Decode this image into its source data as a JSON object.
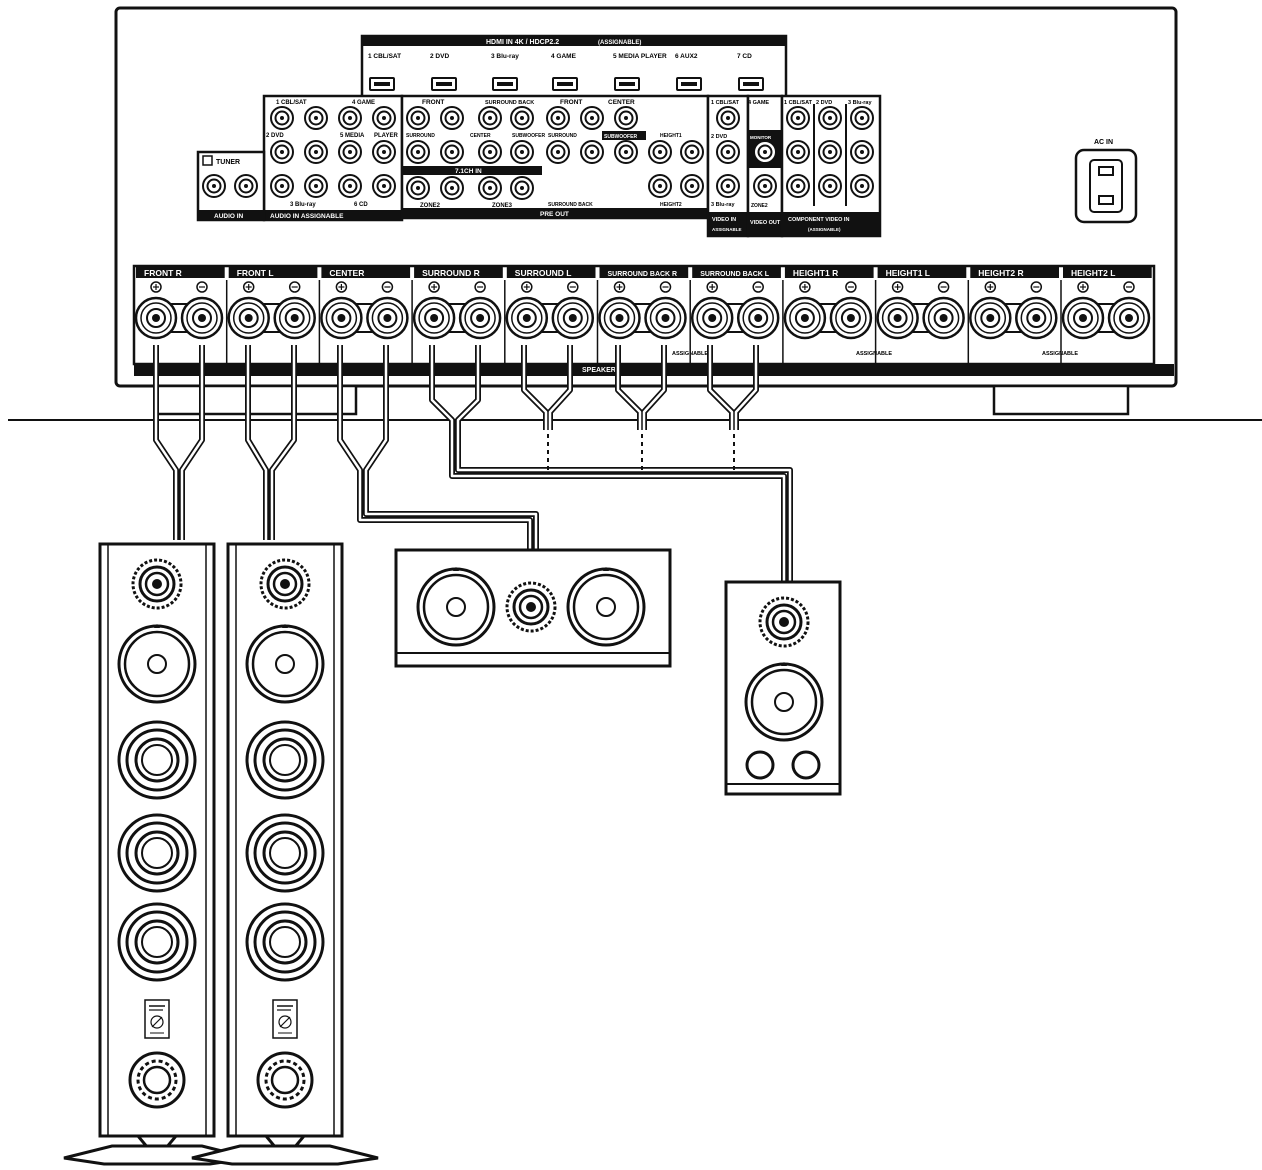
{
  "hdmi": {
    "title": "HDMI IN  4K / HDCP2.2",
    "assignable": "(ASSIGNABLE)",
    "inputs": [
      "1 CBL/SAT",
      "2 DVD",
      "3 Blu-ray",
      "4 GAME",
      "5 MEDIA PLAYER",
      "6 AUX2",
      "7 CD"
    ]
  },
  "audio_in": {
    "tuner": "TUNER",
    "label": "AUDIO IN",
    "assignable_label": "AUDIO IN  ASSIGNABLE",
    "inputs": [
      "1 CBL/SAT",
      "4 GAME",
      "2 DVD",
      "5 MEDIA",
      "PLAYER",
      "3 Blu-ray",
      "6 CD"
    ]
  },
  "multich": {
    "label": "7.1CH IN",
    "front": "FRONT",
    "surround_back": "SURROUND BACK",
    "surround": "SURROUND",
    "center": "CENTER",
    "subwoofer": "SUBWOOFER",
    "zone2": "ZONE2",
    "zone3": "ZONE3"
  },
  "preout": {
    "label": "PRE OUT",
    "front": "FRONT",
    "center": "CENTER",
    "surround": "SURROUND",
    "subwoofer": "SUBWOOFER",
    "height1": "HEIGHT1",
    "surround_back": "SURROUND BACK",
    "height2": "HEIGHT2"
  },
  "video": {
    "in_inputs": [
      "1 CBL/SAT",
      "4 GAME",
      "2 DVD",
      "3 Blu-ray"
    ],
    "monitor": "MONITOR",
    "zone2": "ZONE2",
    "video_in": "VIDEO IN",
    "video_out": "VIDEO OUT",
    "assignable": "ASSIGNABLE",
    "component_inputs": [
      "1 CBL/SAT",
      "2 DVD",
      "3 Blu-ray"
    ],
    "component": "COMPONENT VIDEO IN",
    "component_assignable": "(ASSIGNABLE)"
  },
  "ac_in": "AC IN",
  "speakers": {
    "channels": [
      "FRONT R",
      "FRONT L",
      "CENTER",
      "SURROUND R",
      "SURROUND L",
      "SURROUND BACK R",
      "SURROUND BACK L",
      "HEIGHT1 R",
      "HEIGHT1 L",
      "HEIGHT2 R",
      "HEIGHT2 L"
    ],
    "label": "SPEAKERS",
    "assignable": "ASSIGNABLE"
  },
  "colors": {
    "ink": "#111111",
    "paper": "#ffffff"
  }
}
